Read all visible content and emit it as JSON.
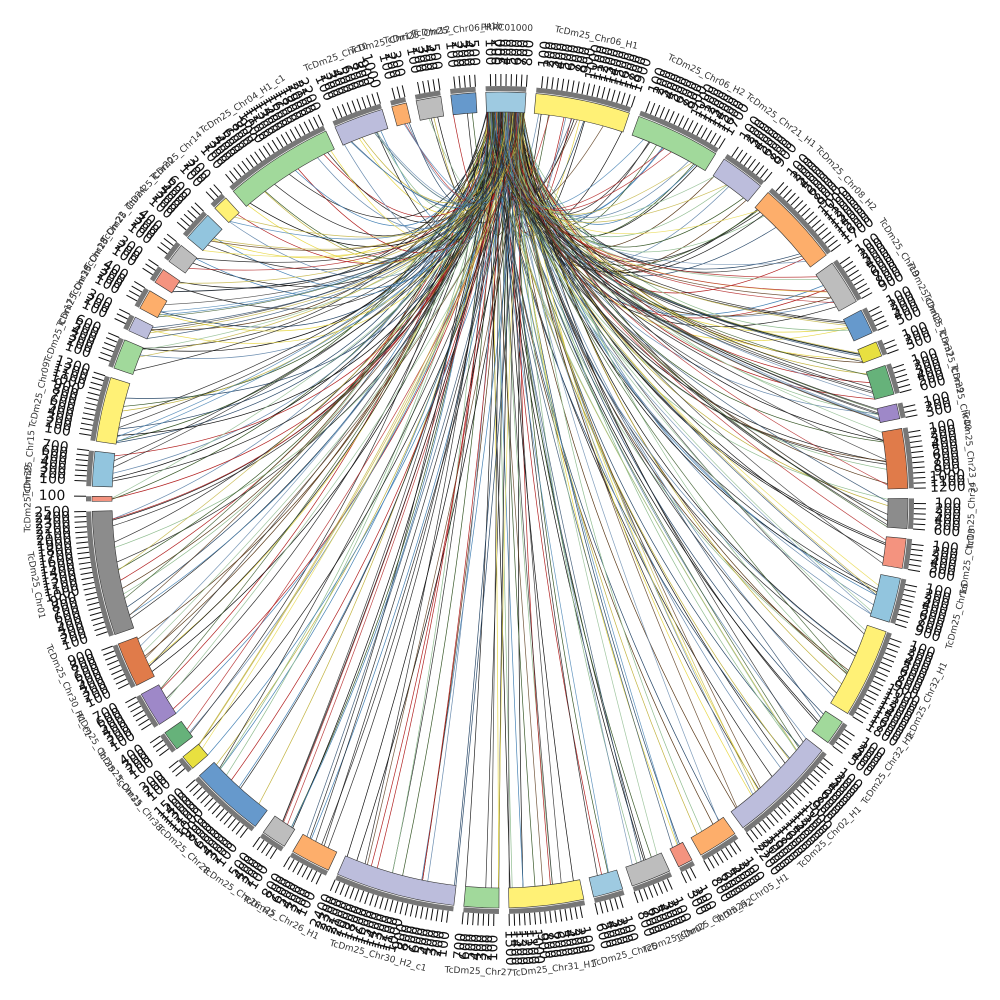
{
  "chart_data": {
    "type": "circos",
    "hub": "PRRC01000",
    "segments": [
      {
        "name": "PRRC01000",
        "color": "#9ecae1",
        "length": 800
      },
      {
        "name": "TcDm25_Chr06_H1",
        "color": "#fff176",
        "length": 1900
      },
      {
        "name": "TcDm25_Chr06_H2",
        "color": "#a1d99b",
        "length": 1700
      },
      {
        "name": "TcDm25_Chr21_H1",
        "color": "#bcbddc",
        "length": 900
      },
      {
        "name": "TcDm25_Chr08_H2",
        "color": "#fdae6b",
        "length": 1700
      },
      {
        "name": "TcDm25_Chr19",
        "color": "#bdbdbd",
        "length": 900
      },
      {
        "name": "TcDm25_Chr03",
        "color": "#6699cc",
        "length": 500
      },
      {
        "name": "TcDm25_Chr37",
        "color": "#e8e040",
        "length": 300
      },
      {
        "name": "TcDm25_Chr29",
        "color": "#66b27a",
        "length": 600
      },
      {
        "name": "TcDm25_Chr40",
        "color": "#9e88c8",
        "length": 300
      },
      {
        "name": "TcDm25_Chr23_c2",
        "color": "#e07b4a",
        "length": 1200
      },
      {
        "name": "TcDm25_Chr34",
        "color": "#8c8c8c",
        "length": 600
      },
      {
        "name": "TcDm25_Chr13",
        "color": "#f4937f",
        "length": 600
      },
      {
        "name": "TcDm25_Chr16",
        "color": "#92c5de",
        "length": 900
      },
      {
        "name": "TcDm25_Chr32_H1",
        "color": "#fff176",
        "length": 1800
      },
      {
        "name": "TcDm25_Chr32_H2",
        "color": "#a1d99b",
        "length": 500
      },
      {
        "name": "TcDm25_Chr02_H1",
        "color": "#bcbddc",
        "length": 2200
      },
      {
        "name": "TcDm25_Chr05_H1",
        "color": "#fdae6b",
        "length": 800
      },
      {
        "name": "TcDm25_Chr05_H2",
        "color": "#f4937f",
        "length": 300
      },
      {
        "name": "TcDm25_Chr07",
        "color": "#bdbdbd",
        "length": 800
      },
      {
        "name": "TcDm25_Chr25",
        "color": "#9ecae1",
        "length": 600
      },
      {
        "name": "TcDm25_Chr31_H1",
        "color": "#fff176",
        "length": 1500
      },
      {
        "name": "TcDm25_Chr27",
        "color": "#a1d99b",
        "length": 700
      },
      {
        "name": "TcDm25_Chr30_H2_c1",
        "color": "#bcbddc",
        "length": 2400
      },
      {
        "name": "TcDm25_Chr26_H1",
        "color": "#fdae6b",
        "length": 800
      },
      {
        "name": "TcDm25_Chr26_H2",
        "color": "#bdbdbd",
        "length": 500
      },
      {
        "name": "TcDm25_Chr28",
        "color": "#6699cc",
        "length": 1500
      },
      {
        "name": "TcDm25_Chr38",
        "color": "#e8e040",
        "length": 300
      },
      {
        "name": "TcDm25_Chr33",
        "color": "#66b27a",
        "length": 400
      },
      {
        "name": "TcDm25_Chr35",
        "color": "#9e88c8",
        "length": 700
      },
      {
        "name": "TcDm25_Chr30_H1_c1",
        "color": "#e07b4a",
        "length": 900
      },
      {
        "name": "TcDm25_Chr01",
        "color": "#8c8c8c",
        "length": 2500
      },
      {
        "name": "TcDm25_Chr39",
        "color": "#f4937f",
        "length": 100
      },
      {
        "name": "TcDm25_Chr15",
        "color": "#92c5de",
        "length": 700
      },
      {
        "name": "TcDm25_Chr09",
        "color": "#fff176",
        "length": 1300
      },
      {
        "name": "TcDm25_Chr17",
        "color": "#a1d99b",
        "length": 600
      },
      {
        "name": "TcDm25_Chr36",
        "color": "#bcbddc",
        "length": 300
      },
      {
        "name": "TcDm25_Chr18",
        "color": "#fdae6b",
        "length": 400
      },
      {
        "name": "TcDm25_Chr22",
        "color": "#f4937f",
        "length": 300
      },
      {
        "name": "TcDm25_Chr24",
        "color": "#bdbdbd",
        "length": 400
      },
      {
        "name": "TcDm25_Chr20",
        "color": "#92c5de",
        "length": 600
      },
      {
        "name": "TcDm25_Chr14",
        "color": "#fff176",
        "length": 300
      },
      {
        "name": "TcDm25_Chr04_H1_c1",
        "color": "#a1d99b",
        "length": 2200
      },
      {
        "name": "TcDm25_Chr10",
        "color": "#bcbddc",
        "length": 1000
      },
      {
        "name": "TcDm25_Chr11",
        "color": "#fdae6b",
        "length": 300
      },
      {
        "name": "TcDm25_Chr12",
        "color": "#bdbdbd",
        "length": 500
      },
      {
        "name": "TcDm25_Chr06_H1b",
        "color": "#6699cc",
        "length": 500
      }
    ],
    "link_colors": [
      "#222222",
      "#333333",
      "#111111",
      "#2b4a6a",
      "#5a3a1a",
      "#3a5a2a",
      "#c2b340",
      "#4682b4",
      "#8fbc8f",
      "#b22222",
      "#e8d84a",
      "#6a8caf"
    ],
    "tick_step": 100,
    "legend": "none"
  }
}
